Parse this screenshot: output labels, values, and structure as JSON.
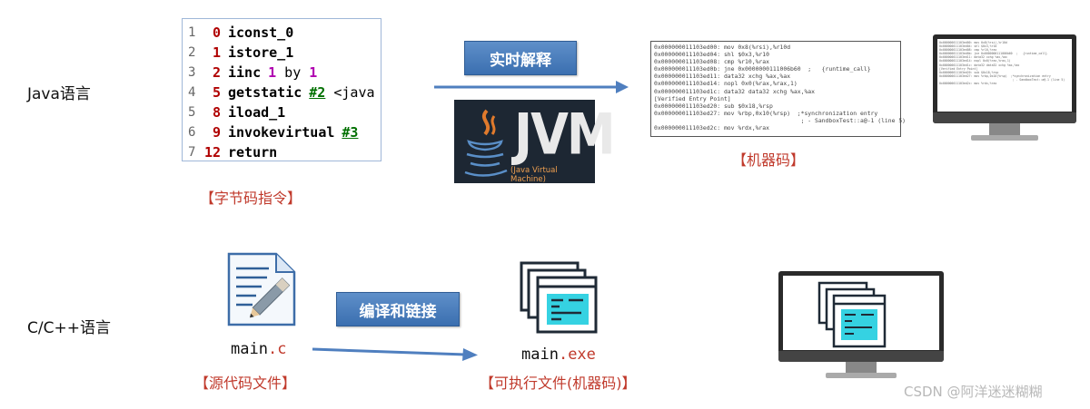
{
  "java_row": {
    "language_label": "Java语言",
    "bytecode": {
      "caption": "【字节码指令】",
      "lines": [
        {
          "line": "1",
          "offset": "0",
          "op": "iconst_0"
        },
        {
          "line": "2",
          "offset": "1",
          "op": "istore_1"
        },
        {
          "line": "3",
          "offset": "2",
          "op": "iinc",
          "args": [
            {
              "t": "1",
              "k": "mag"
            },
            {
              "t": " by ",
              "k": "plain"
            },
            {
              "t": "1",
              "k": "mag"
            }
          ]
        },
        {
          "line": "4",
          "offset": "5",
          "op": "getstatic",
          "args": [
            {
              "t": "#2",
              "k": "ref"
            },
            {
              "t": " <java",
              "k": "plain"
            }
          ]
        },
        {
          "line": "5",
          "offset": "8",
          "op": "iload_1"
        },
        {
          "line": "6",
          "offset": "9",
          "op": "invokevirtual",
          "args": [
            {
              "t": "#3",
              "k": "ref"
            }
          ]
        },
        {
          "line": "7",
          "offset": "12",
          "op": "return"
        }
      ]
    },
    "process_label": "实时解释",
    "jvm_logo": {
      "title": "JVM",
      "subtitle": "(Java Virtual Machine)"
    },
    "machine_code": {
      "caption": "【机器码】",
      "lines": [
        "0x000000011103ed00: mov 0x8(%rsi),%r10d",
        "0x000000011103ed04: shl $0x3,%r10",
        "0x000000011103ed08: cmp %r10,%rax",
        "0x000000011103ed0b: jne 0x0000000111006b60  ;   {runtime_call}",
        "0x000000011103ed11: data32 xchg %ax,%ax",
        "0x000000011103ed14: nopl 0x0(%rax,%rax,1)",
        "0x000000011103ed1c: data32 data32 xchg %ax,%ax",
        "[Verified Entry Point]",
        "0x000000011103ed20: sub $0x18,%rsp",
        "0x000000011103ed27: mov %rbp,0x10(%rsp)  ;*synchronization entry",
        "                                          ; - SandboxTest::a@-1 (line 5)",
        "0x000000011103ed2c: mov %rdx,%rax"
      ]
    }
  },
  "c_row": {
    "language_label": "C/C++语言",
    "source_file": {
      "name": "main",
      "ext": ".c",
      "caption": "【源代码文件】"
    },
    "process_label": "编译和链接",
    "exe_file": {
      "name": "main",
      "ext": ".exe",
      "caption": "【可执行文件(机器码)】"
    }
  },
  "colors": {
    "arrow": "#4f7fbf",
    "caption": "#c0392b",
    "banner": "#4a7cbb"
  },
  "watermark": "CSDN @阿洋迷迷糊糊"
}
